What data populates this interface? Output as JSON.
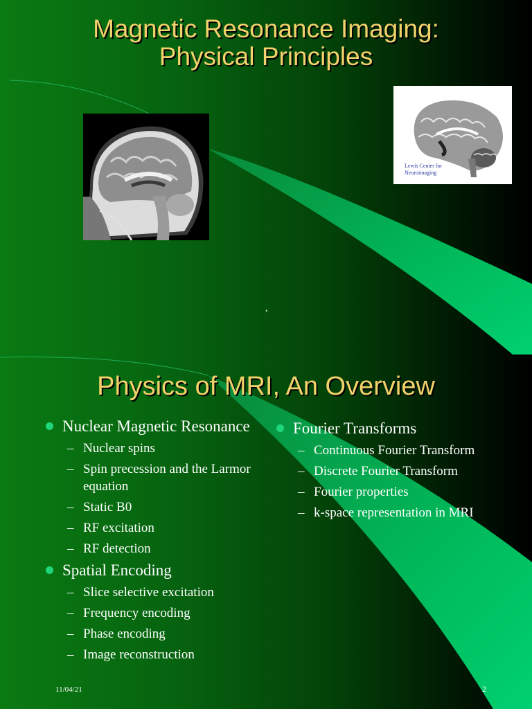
{
  "slide1": {
    "title_line1": "Magnetic Resonance Imaging:",
    "title_line2": "Physical Principles",
    "brain_caption": "Lewis Center for Neuroimaging",
    "stray_mark": ","
  },
  "slide2": {
    "title": "Physics of MRI, An Overview",
    "left_column": [
      {
        "label": "Nuclear Magnetic Resonance",
        "subitems": [
          "Nuclear spins",
          "Spin precession and the Larmor equation",
          "Static B0",
          "RF excitation",
          "RF detection"
        ]
      },
      {
        "label": "Spatial Encoding",
        "subitems": [
          "Slice selective excitation",
          "Frequency encoding",
          "Phase encoding",
          "Image reconstruction"
        ]
      }
    ],
    "right_column": [
      {
        "label": "Fourier Transforms",
        "subitems": [
          "Continuous Fourier Transform",
          "Discrete Fourier Transform",
          "Fourier properties",
          "k-space representation in MRI"
        ]
      }
    ],
    "dash": "–",
    "footer_date": "11/04/21",
    "page_number": "2"
  },
  "colors": {
    "title": "#f2d36b",
    "bullet": "#1fd67a",
    "swoosh": "#00c060"
  }
}
